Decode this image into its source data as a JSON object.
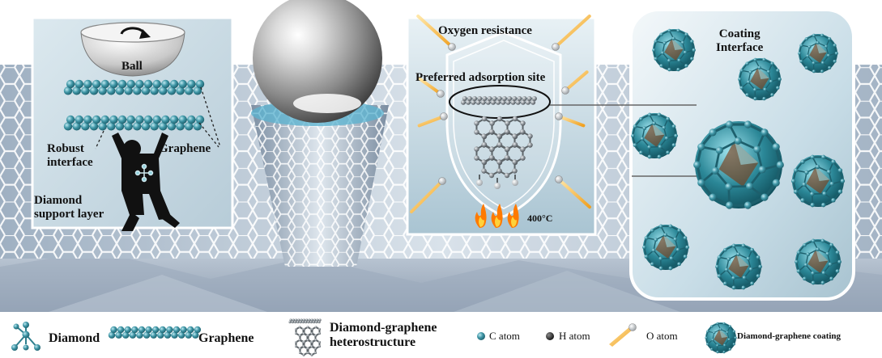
{
  "panel_left": {
    "ball_label": "Ball",
    "robust_interface_label": "Robust\ninterface",
    "graphene_label": "Graphene",
    "diamond_support_label": "Diamond\nsupport layer"
  },
  "panel_middle": {
    "oxygen_resistance_label": "Oxygen resistance",
    "preferred_adsorption_label": "Preferred adsorption site",
    "temperature_label": "400°C"
  },
  "panel_right": {
    "coating_interface_label": "Coating\nInterface"
  },
  "legend": {
    "diamond": "Diamond",
    "graphene": "Graphene",
    "heterostructure": "Diamond-graphene\nheterostructure",
    "c_atom": "C atom",
    "h_atom": "H atom",
    "o_atom": "O atom",
    "coating": "Diamond-graphene coating"
  },
  "colors": {
    "carbon": "#3f96a6",
    "carbon_dark": "#1d5f6c",
    "hetero_gray": "#8a9096",
    "flame": "#ff7a00",
    "oxygen_tip": "#f5a623",
    "panel_bg": "#cfe3ec",
    "ground": "#aab6c4"
  }
}
